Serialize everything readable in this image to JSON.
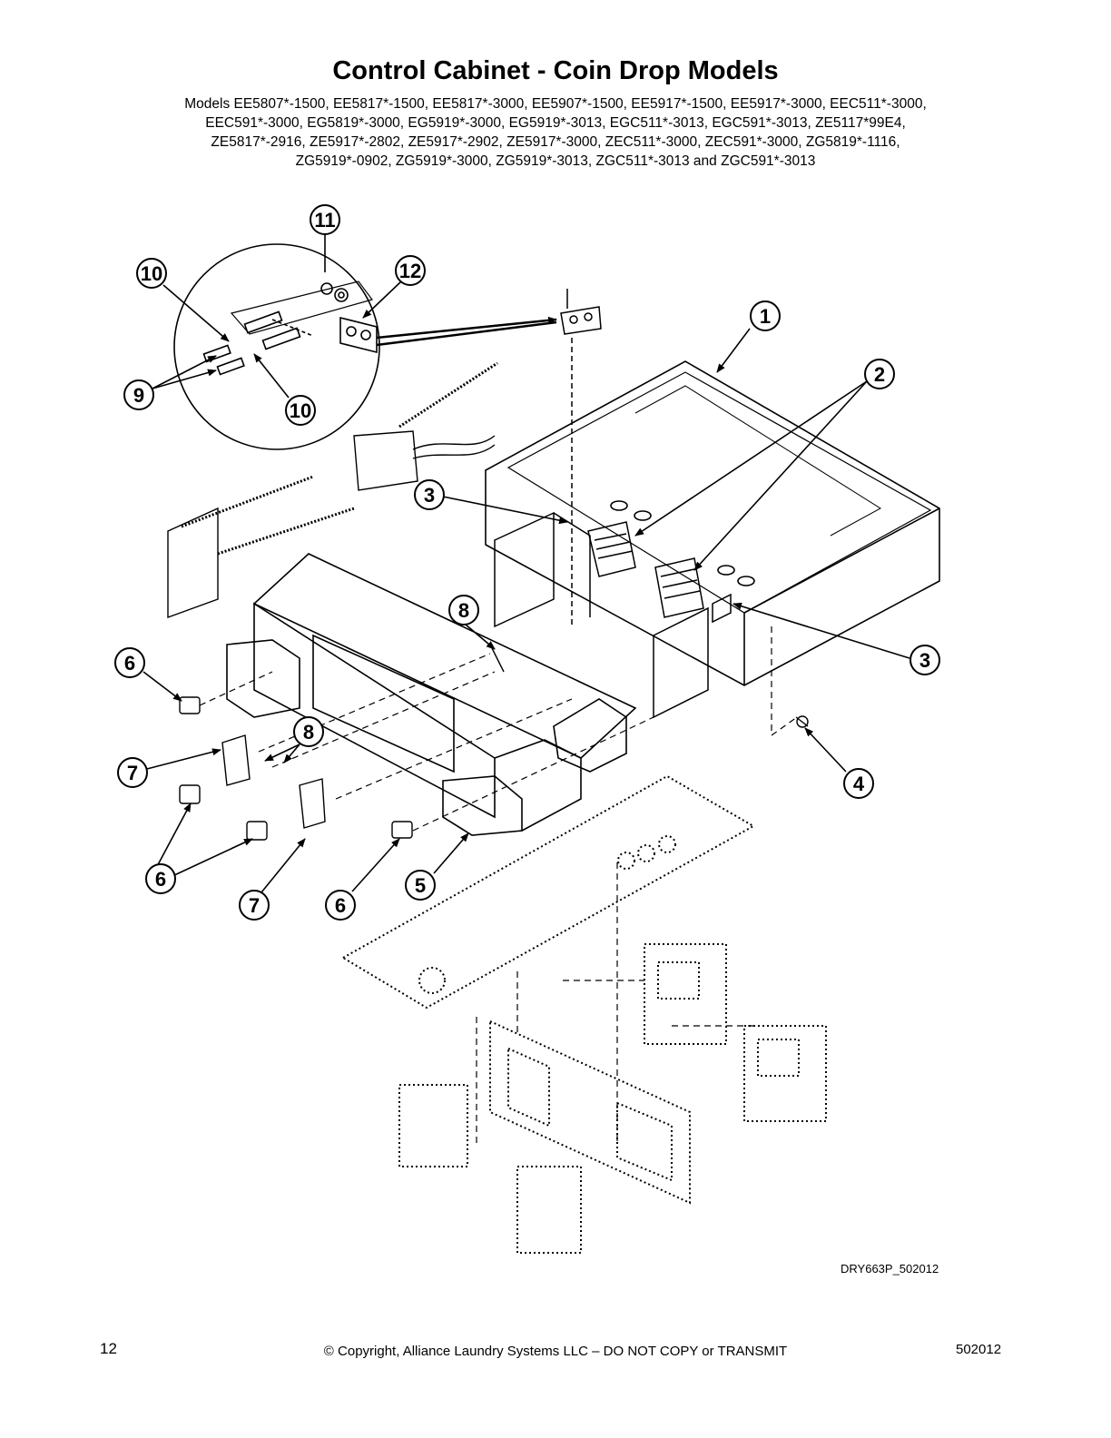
{
  "title": "Control Cabinet - Coin Drop Models",
  "models_lines": [
    "Models EE5807*-1500, EE5817*-1500, EE5817*-3000, EE5907*-1500, EE5917*-1500, EE5917*-3000, EEC511*-3000,",
    "EEC591*-3000, EG5819*-3000, EG5919*-3000, EG5919*-3013, EGC511*-3013, EGC591*-3013, ZE5117*99E4,",
    "ZE5817*-2916, ZE5917*-2802, ZE5917*-2902, ZE5917*-3000, ZEC511*-3000, ZEC591*-3000, ZG5819*-1116,",
    "ZG5919*-0902, ZG5919*-3000, ZG5919*-3013, ZGC511*-3013 and ZGC591*-3013"
  ],
  "callouts": [
    "11",
    "10",
    "12",
    "1",
    "2",
    "9",
    "10",
    "3",
    "8",
    "3",
    "6",
    "8",
    "7",
    "4",
    "6",
    "5",
    "7",
    "6"
  ],
  "figure_code": "DRY663P_502012",
  "footer": {
    "page_number": "12",
    "copyright": "© Copyright, Alliance Laundry Systems LLC – DO NOT COPY or TRANSMIT",
    "doc_code": "502012"
  }
}
